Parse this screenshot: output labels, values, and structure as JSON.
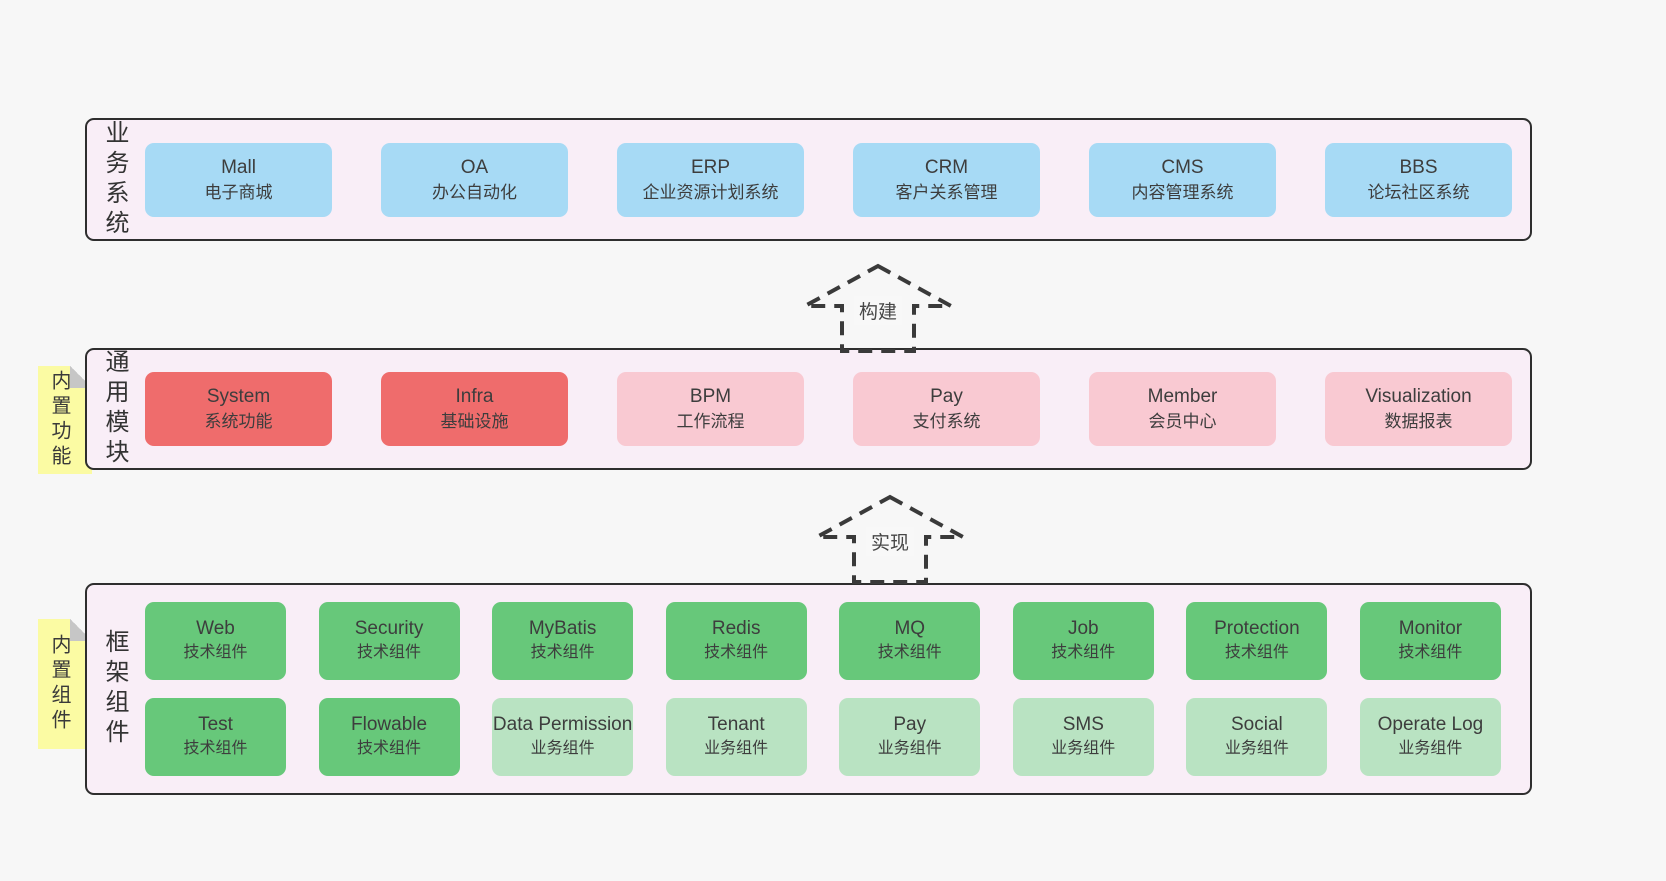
{
  "colors": {
    "page_bg": "#f7f7f7",
    "panel_bg": "#f9eef7",
    "panel_border": "#2e2e2e",
    "blue_box": "#a7daf5",
    "red_box": "#ef6c6c",
    "pink_box": "#f9c9d2",
    "green_dark_box": "#67c87a",
    "green_light_box": "#b9e3c2",
    "note_bg": "#fbfba3",
    "note_fold": "#c6c6c6",
    "text": "#3d3d3d"
  },
  "arrows": [
    {
      "label": "构建"
    },
    {
      "label": "实现"
    }
  ],
  "sections": {
    "business": {
      "label": "业务系统",
      "boxes": [
        {
          "en": "Mall",
          "cn": "电子商城",
          "variant": "blue"
        },
        {
          "en": "OA",
          "cn": "办公自动化",
          "variant": "blue"
        },
        {
          "en": "ERP",
          "cn": "企业资源计划系统",
          "variant": "blue"
        },
        {
          "en": "CRM",
          "cn": "客户关系管理",
          "variant": "blue"
        },
        {
          "en": "CMS",
          "cn": "内容管理系统",
          "variant": "blue"
        },
        {
          "en": "BBS",
          "cn": "论坛社区系统",
          "variant": "blue"
        }
      ]
    },
    "modules": {
      "label": "通用模块",
      "note": "内置功能",
      "boxes": [
        {
          "en": "System",
          "cn": "系统功能",
          "variant": "red"
        },
        {
          "en": "Infra",
          "cn": "基础设施",
          "variant": "red"
        },
        {
          "en": "BPM",
          "cn": "工作流程",
          "variant": "pink"
        },
        {
          "en": "Pay",
          "cn": "支付系统",
          "variant": "pink"
        },
        {
          "en": "Member",
          "cn": "会员中心",
          "variant": "pink"
        },
        {
          "en": "Visualization",
          "cn": "数据报表",
          "variant": "pink"
        }
      ]
    },
    "components": {
      "label": "框架组件",
      "note": "内置组件",
      "row1": [
        {
          "en": "Web",
          "cn": "技术组件",
          "variant": "green"
        },
        {
          "en": "Security",
          "cn": "技术组件",
          "variant": "green"
        },
        {
          "en": "MyBatis",
          "cn": "技术组件",
          "variant": "green"
        },
        {
          "en": "Redis",
          "cn": "技术组件",
          "variant": "green"
        },
        {
          "en": "MQ",
          "cn": "技术组件",
          "variant": "green"
        },
        {
          "en": "Job",
          "cn": "技术组件",
          "variant": "green"
        },
        {
          "en": "Protection",
          "cn": "技术组件",
          "variant": "green"
        },
        {
          "en": "Monitor",
          "cn": "技术组件",
          "variant": "green"
        }
      ],
      "row2": [
        {
          "en": "Test",
          "cn": "技术组件",
          "variant": "green"
        },
        {
          "en": "Flowable",
          "cn": "技术组件",
          "variant": "green"
        },
        {
          "en": "Data Permission",
          "cn": "业务组件",
          "variant": "greenlt"
        },
        {
          "en": "Tenant",
          "cn": "业务组件",
          "variant": "greenlt"
        },
        {
          "en": "Pay",
          "cn": "业务组件",
          "variant": "greenlt"
        },
        {
          "en": "SMS",
          "cn": "业务组件",
          "variant": "greenlt"
        },
        {
          "en": "Social",
          "cn": "业务组件",
          "variant": "greenlt"
        },
        {
          "en": "Operate Log",
          "cn": "业务组件",
          "variant": "greenlt"
        }
      ]
    }
  }
}
